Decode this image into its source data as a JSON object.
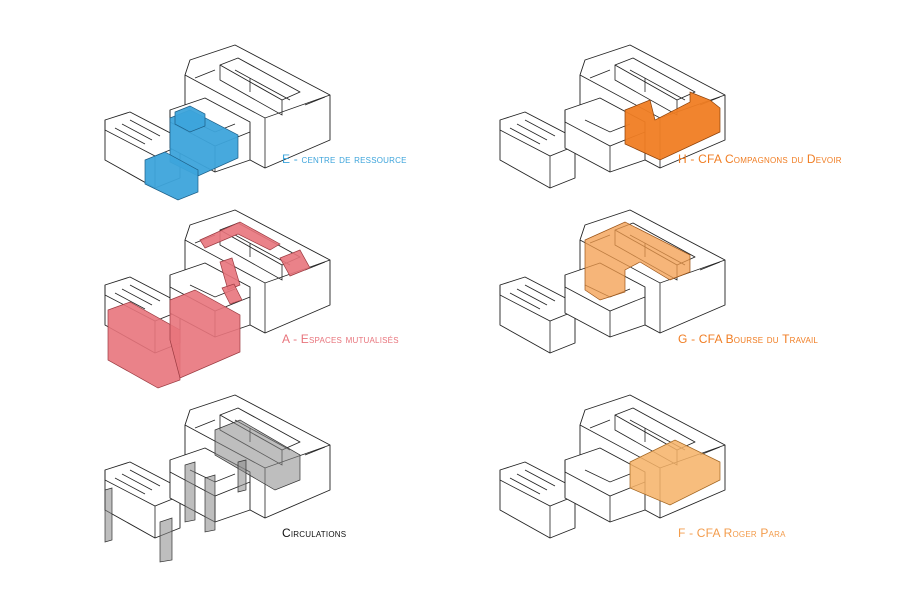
{
  "colors": {
    "ressource": "#3da4db",
    "mutualises": "#e8747c",
    "circulations": "#555555",
    "compagnons": "#f07d23",
    "bourse": "#f39c4c",
    "roger": "#f6b266",
    "outline": "#222222"
  },
  "diagrams": [
    {
      "id": "E",
      "label": "E - centre de ressource",
      "color_key": "ressource",
      "text_color": "#3da4db"
    },
    {
      "id": "A",
      "label": "A - Espaces mutualisés",
      "color_key": "mutualises",
      "text_color": "#e8747c"
    },
    {
      "id": "C",
      "label": "Circulations",
      "color_key": "circulations",
      "text_color": "#111111"
    },
    {
      "id": "H",
      "label": "H - CFA Compagnons du Devoir",
      "color_key": "compagnons",
      "text_color": "#f07d23"
    },
    {
      "id": "G",
      "label": "G - CFA Bourse du Travail",
      "color_key": "bourse",
      "text_color": "#f07d23"
    },
    {
      "id": "F",
      "label": "F - CFA Roger Para",
      "color_key": "roger",
      "text_color": "#f39c4c"
    }
  ]
}
